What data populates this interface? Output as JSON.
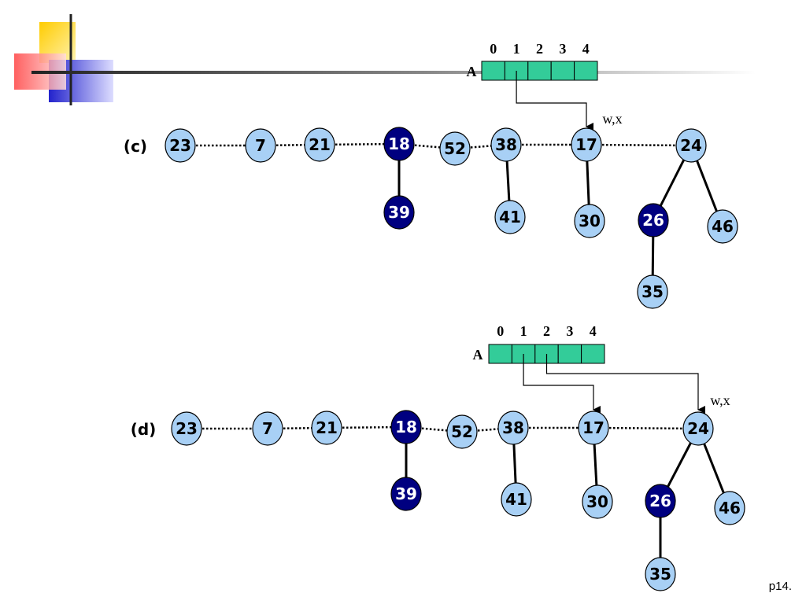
{
  "page_number": "p14.",
  "colors": {
    "light_node": "#a8d0f5",
    "dark_node": "#000080",
    "array_cell": "#33cc99",
    "deco_yellow": "#ffcc00",
    "deco_red": "#ff3333",
    "deco_blue": "#2222cc"
  },
  "diagrams": [
    {
      "label": "(c)",
      "array": {
        "name": "A",
        "indices": [
          "0",
          "1",
          "2",
          "3",
          "4"
        ]
      },
      "pointer_label": "w,x",
      "root_list": [
        {
          "key": "23",
          "marked": false
        },
        {
          "key": "7",
          "marked": false
        },
        {
          "key": "21",
          "marked": false
        },
        {
          "key": "18",
          "marked": true
        },
        {
          "key": "52",
          "marked": false
        },
        {
          "key": "38",
          "marked": false
        },
        {
          "key": "17",
          "marked": false
        },
        {
          "key": "24",
          "marked": false
        }
      ],
      "children": [
        {
          "key": "39",
          "marked": true
        },
        {
          "key": "41",
          "marked": false
        },
        {
          "key": "30",
          "marked": false
        },
        {
          "key": "26",
          "marked": true
        },
        {
          "key": "46",
          "marked": false
        },
        {
          "key": "35",
          "marked": false
        }
      ]
    },
    {
      "label": "(d)",
      "array": {
        "name": "A",
        "indices": [
          "0",
          "1",
          "2",
          "3",
          "4"
        ]
      },
      "pointer_label": "w,x",
      "root_list": [
        {
          "key": "23",
          "marked": false
        },
        {
          "key": "7",
          "marked": false
        },
        {
          "key": "21",
          "marked": false
        },
        {
          "key": "18",
          "marked": true
        },
        {
          "key": "52",
          "marked": false
        },
        {
          "key": "38",
          "marked": false
        },
        {
          "key": "17",
          "marked": false
        },
        {
          "key": "24",
          "marked": false
        }
      ],
      "children": [
        {
          "key": "39",
          "marked": true
        },
        {
          "key": "41",
          "marked": false
        },
        {
          "key": "30",
          "marked": false
        },
        {
          "key": "26",
          "marked": true
        },
        {
          "key": "46",
          "marked": false
        },
        {
          "key": "35",
          "marked": false
        }
      ]
    }
  ]
}
